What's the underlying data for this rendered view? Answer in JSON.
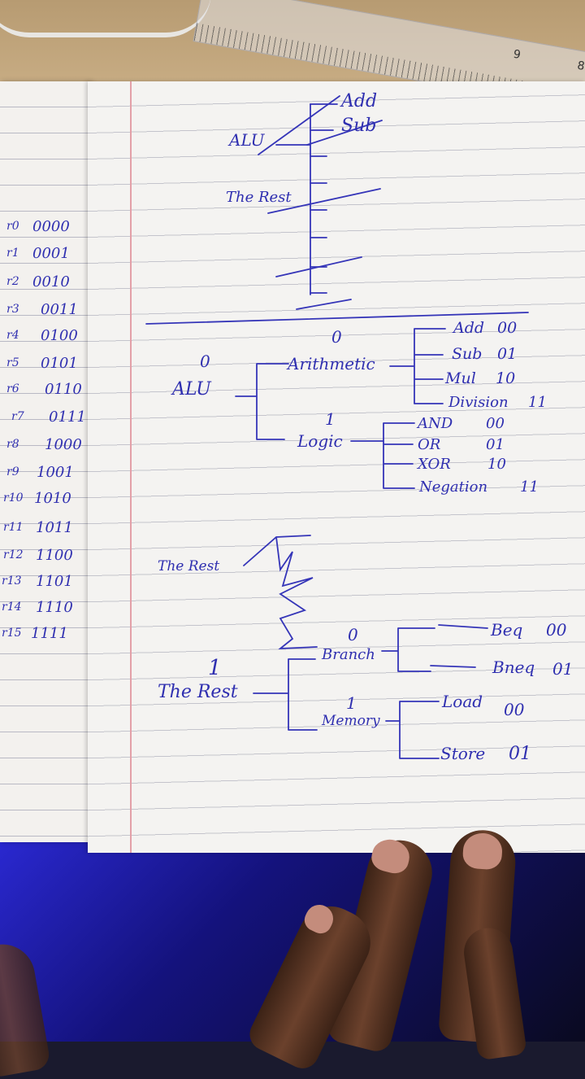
{
  "ruler": {
    "numbers": [
      "9",
      "8"
    ]
  },
  "registers": [
    {
      "name": "r0",
      "code": "0000"
    },
    {
      "name": "r1",
      "code": "0001"
    },
    {
      "name": "r2",
      "code": "0010"
    },
    {
      "name": "r3",
      "code": "0011"
    },
    {
      "name": "r4",
      "code": "0100"
    },
    {
      "name": "r5",
      "code": "0101"
    },
    {
      "name": "r6",
      "code": "0110"
    },
    {
      "name": "r7",
      "code": "0111"
    },
    {
      "name": "r8",
      "code": "1000"
    },
    {
      "name": "r9",
      "code": "1001"
    },
    {
      "name": "r10",
      "code": "1010"
    },
    {
      "name": "r11",
      "code": "1011"
    },
    {
      "name": "r12",
      "code": "1100"
    },
    {
      "name": "r13",
      "code": "1101"
    },
    {
      "name": "r14",
      "code": "1110"
    },
    {
      "name": "r15",
      "code": "1111"
    }
  ],
  "crossed_draft": {
    "alu": "ALU",
    "add": "Add",
    "sub": "Sub",
    "the_rest": "The Rest"
  },
  "alu_tree": {
    "root_bit": "0",
    "root": "ALU",
    "arithmetic_bit": "0",
    "arithmetic": "Arithmetic",
    "logic_bit": "1",
    "logic": "Logic",
    "arithmetic_ops": [
      {
        "name": "Add",
        "code": "00"
      },
      {
        "name": "Sub",
        "code": "01"
      },
      {
        "name": "Mul",
        "code": "10"
      },
      {
        "name": "Division",
        "code": "11"
      }
    ],
    "logic_ops": [
      {
        "name": "AND",
        "code": "00"
      },
      {
        "name": "OR",
        "code": "01"
      },
      {
        "name": "XOR",
        "code": "10"
      },
      {
        "name": "Negation",
        "code": "11"
      }
    ]
  },
  "rest_tree": {
    "scribble_label": "The Rest",
    "root_bit": "1",
    "root": "The Rest",
    "branch_bit": "0",
    "branch": "Branch",
    "memory_bit": "1",
    "memory": "Memory",
    "branch_ops": [
      {
        "name": "Beq",
        "code": "00"
      },
      {
        "name": "Bneq",
        "code": "01"
      }
    ],
    "memory_ops": [
      {
        "name": "Load",
        "code": "00"
      },
      {
        "name": "Store",
        "code": "01"
      }
    ]
  }
}
